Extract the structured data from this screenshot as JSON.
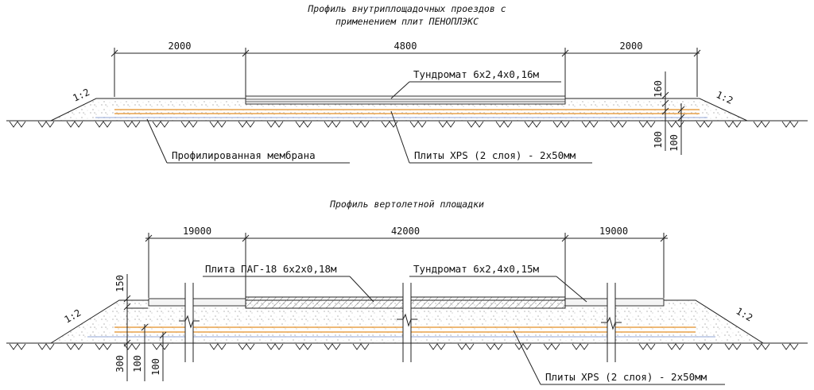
{
  "top_profile": {
    "title_line1": "Профиль внутриплощадочных проездов с",
    "title_line2": "применением плит ПЕНОПЛЭКС",
    "dim_left": "2000",
    "dim_center": "4800",
    "dim_right": "2000",
    "label_tundromat": "Тундромат 6х2,4х0,16м",
    "label_membrane": "Профилированная мембрана",
    "label_xps": "Плиты XPS (2 слоя) - 2х50мм",
    "slope_left": "1:2",
    "slope_right": "1:2",
    "dim_v_160": "160",
    "dim_v_100a": "100",
    "dim_v_100b": "100"
  },
  "bottom_profile": {
    "title": "Профиль вертолетной площадки",
    "dim_left": "19000",
    "dim_center": "42000",
    "dim_right": "19000",
    "label_plate": "Плита ПАГ-18 6х2х0,18м",
    "label_tundromat": "Тундромат 6х2,4х0,15м",
    "label_xps": "Плиты XPS (2 слоя) - 2х50мм",
    "slope_left": "1:2",
    "slope_right": "1:2",
    "dim_v_150": "150",
    "dim_v_300": "300",
    "dim_v_100a": "100",
    "dim_v_100b": "100"
  },
  "colors": {
    "line": "#222222",
    "xps_layer": "#e8a24a",
    "membrane": "#6b86c8",
    "fill_speckle": "#888888"
  }
}
